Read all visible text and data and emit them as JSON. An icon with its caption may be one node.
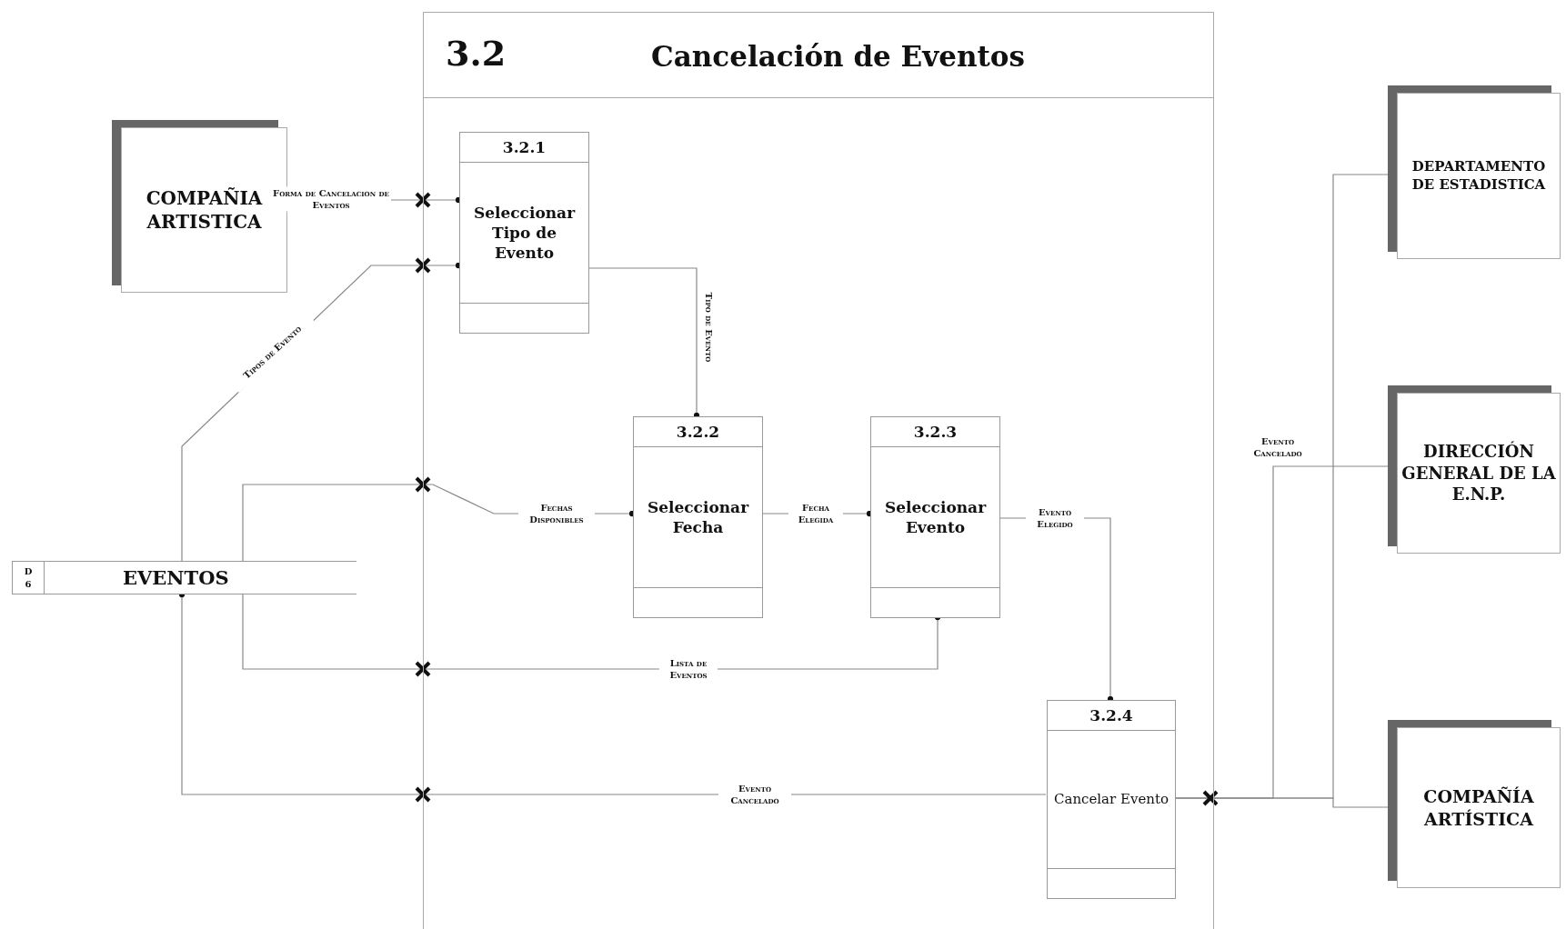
{
  "diagram": {
    "nodes": [
      {
        "text": [
          "3.2",
          "Cancelación de Eventos"
        ]
      },
      {
        "text": [
          "COMPAÑIA ARTISTICA"
        ]
      },
      {
        "text": [
          "3.2.1",
          "Seleccionar Tipo de Evento"
        ],
        "in": 0
      },
      {
        "text": [
          "3.2.2",
          "Seleccionar Fecha"
        ],
        "in": 0
      },
      {
        "text": [
          "3.2.3",
          "Seleccionar Evento"
        ],
        "in": 0
      },
      {
        "text": [
          "3.2.4",
          "Cancelar Evento"
        ],
        "in": 0
      },
      {
        "text": [
          "D 6",
          "EVENTOS"
        ]
      },
      {
        "text": [
          "DEPARTAMENTO DE ESTADISTICA"
        ]
      },
      {
        "text": [
          "DIRECCIÓN GENERAL DE LA E.N.P."
        ]
      },
      {
        "text": [
          "COMPAÑÍA ARTÍSTICA"
        ]
      }
    ],
    "edges": [
      {
        "from": 1,
        "to": 2,
        "arrow": "other",
        "label": "Forma de Cancelacion de Eventos"
      },
      {
        "from": 6,
        "to": 2,
        "arrow": "other",
        "label": "Tipos de Evento"
      },
      {
        "from": 2,
        "to": 3,
        "arrow": "other",
        "label": "Tipo de Evento"
      },
      {
        "from": 6,
        "to": 3,
        "arrow": "other",
        "label": "Fechas Disponibles"
      },
      {
        "from": 3,
        "to": 4,
        "arrow": "other",
        "label": "Fecha Elegida"
      },
      {
        "from": 4,
        "to": 5,
        "arrow": "other",
        "label": "Evento Elegido"
      },
      {
        "from": 6,
        "to": 4,
        "arrow": "other",
        "label": "Lista de Eventos"
      },
      {
        "from": 5,
        "to": 6,
        "arrow": "other",
        "label": "Evento Cancelado"
      },
      {
        "from": 5,
        "to": 7,
        "arrow": "other"
      },
      {
        "from": 5,
        "to": 8,
        "arrow": "other",
        "label": "Evento Cancelado"
      },
      {
        "from": 5,
        "to": 9,
        "arrow": "other"
      }
    ]
  }
}
